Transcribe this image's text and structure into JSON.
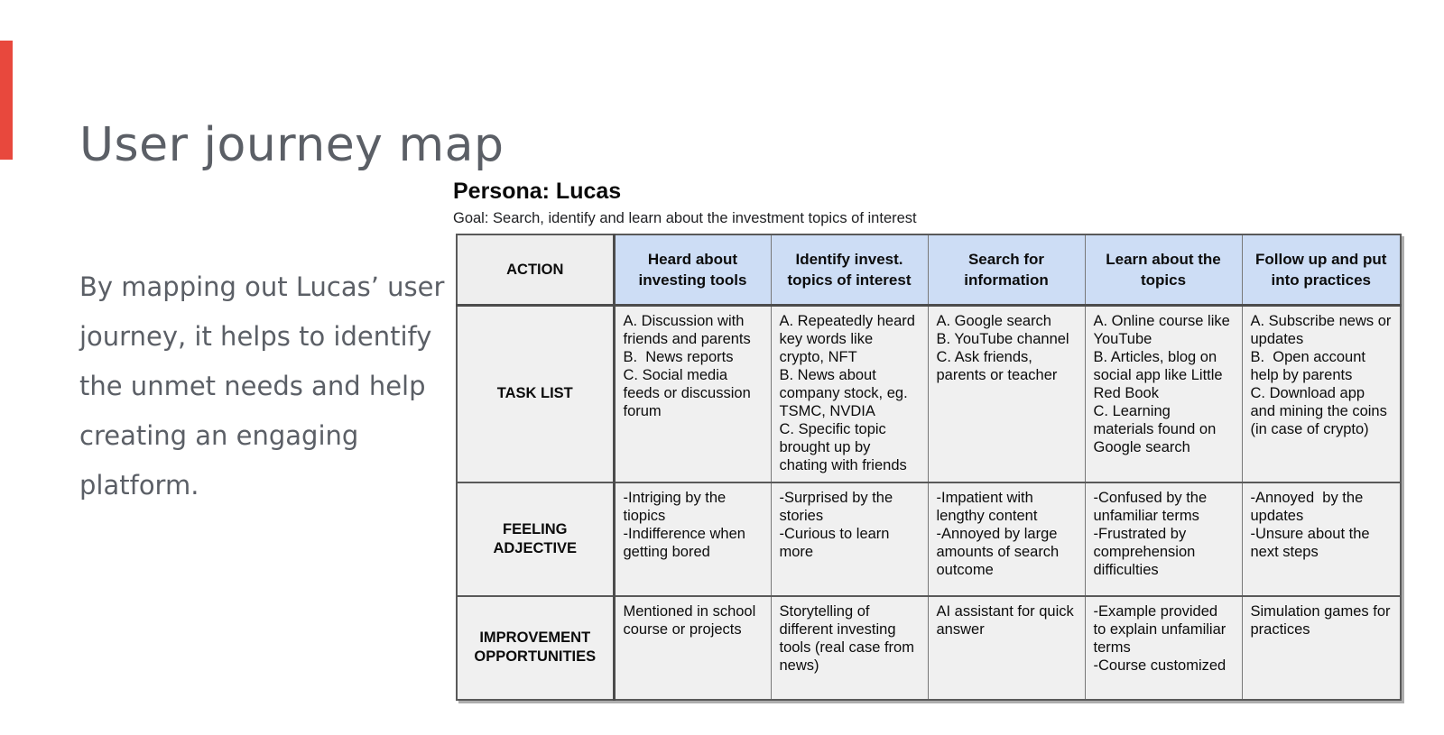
{
  "accent_color": "#e8483d",
  "slide": {
    "title": "User journey map",
    "description": "By mapping out Lucas’ user journey, it helps to identify the unmet needs and help creating an engaging platform."
  },
  "persona": {
    "heading": "Persona: Lucas",
    "goal": "Goal: Search, identify and learn about the investment topics of interest"
  },
  "journey_table": {
    "header_label": "ACTION",
    "header_bg": "#cdddf5",
    "cell_bg": "#f0f0f0",
    "stages": [
      "Heard about investing tools",
      "Identify invest. topics of interest",
      "Search for information",
      "Learn about the topics",
      "Follow up and put into practices"
    ],
    "rows": [
      {
        "label": "TASK LIST",
        "cells": [
          "A. Discussion with friends and parents\nB.  News reports\nC. Social media feeds or discussion forum",
          "A. Repeatedly heard key words like crypto, NFT\nB. News about company stock, eg. TSMC, NVDIA\nC. Specific topic brought up by chating with friends",
          "A. Google search\nB. YouTube channel\nC. Ask friends, parents or teacher",
          "A. Online course like YouTube\nB. Articles, blog on social app like Little Red Book\nC. Learning materials found on Google search",
          "A. Subscribe news or updates\nB.  Open account help by parents\nC. Download app and mining the coins (in case of crypto)"
        ]
      },
      {
        "label": "FEELING ADJECTIVE",
        "cells": [
          "-Intriging by the tiopics\n-Indifference when getting bored",
          "-Surprised by the stories\n-Curious to learn more",
          "-Impatient with lengthy content\n-Annoyed by large amounts of search outcome",
          "-Confused by the unfamiliar terms\n-Frustrated by comprehension difficulties",
          "-Annoyed  by the updates\n-Unsure about the next steps"
        ]
      },
      {
        "label": "IMPROVEMENT OPPORTUNITIES",
        "cells": [
          "Mentioned in school course or projects",
          "Storytelling of different investing tools (real case from news)",
          "AI assistant for quick answer",
          "-Example provided to explain unfamiliar terms\n-Course customized",
          "Simulation games for practices"
        ]
      }
    ]
  }
}
